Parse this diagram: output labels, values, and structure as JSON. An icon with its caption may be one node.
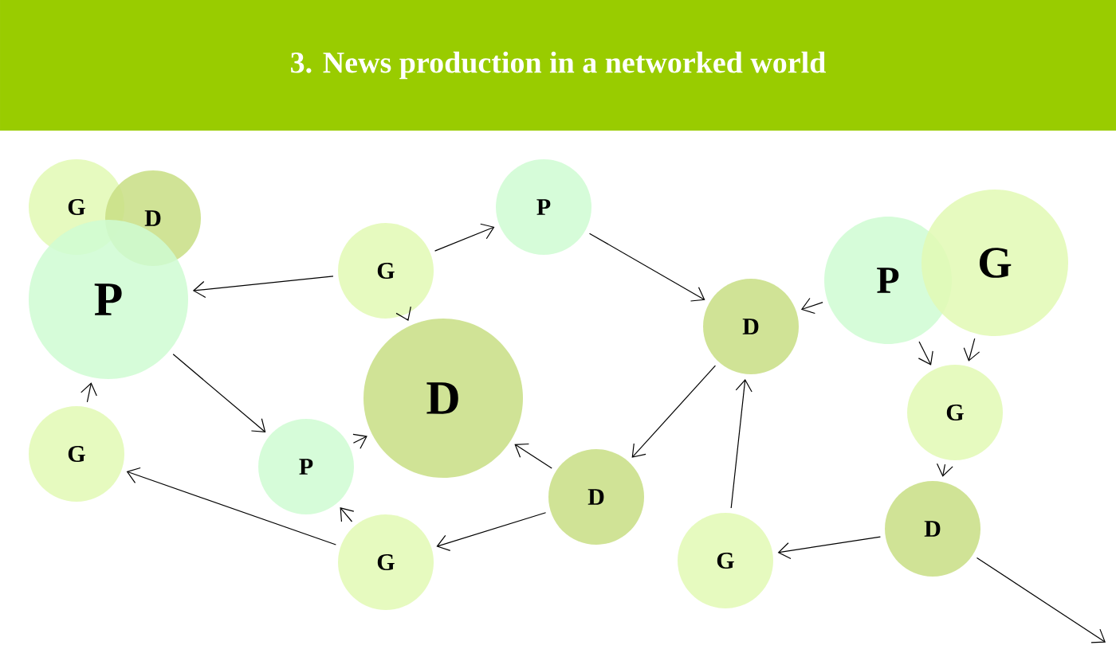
{
  "diagram": {
    "title": "3. News production in a networked world",
    "nodes": [
      {
        "text": [
          "G"
        ]
      },
      {
        "text": [
          "D"
        ]
      },
      {
        "text": [
          "P"
        ]
      },
      {
        "text": [
          "G"
        ]
      },
      {
        "text": [
          "P"
        ]
      },
      {
        "text": [
          "P"
        ]
      },
      {
        "text": [
          "G"
        ]
      },
      {
        "text": [
          "D"
        ]
      },
      {
        "text": [
          "D"
        ]
      },
      {
        "text": [
          "G"
        ]
      },
      {
        "text": [
          "G"
        ]
      },
      {
        "text": [
          "P"
        ]
      },
      {
        "text": [
          "D"
        ]
      },
      {
        "text": [
          "D"
        ]
      },
      {
        "text": [
          "G"
        ]
      },
      {
        "text": [
          "G"
        ]
      }
    ],
    "edges": [
      {
        "from": 3,
        "to": 2,
        "arrow": "to"
      },
      {
        "from": 3,
        "to": 4,
        "arrow": "to"
      },
      {
        "from": 3,
        "to": 7,
        "arrow": "to"
      },
      {
        "from": 4,
        "to": 8,
        "arrow": "to"
      },
      {
        "from": 5,
        "to": 8,
        "arrow": "to"
      },
      {
        "from": 5,
        "to": 9,
        "arrow": "to"
      },
      {
        "from": 6,
        "to": 9,
        "arrow": "to"
      },
      {
        "from": 8,
        "to": 12,
        "arrow": "to"
      },
      {
        "from": 15,
        "to": 8,
        "arrow": "to"
      },
      {
        "from": 9,
        "to": 13,
        "arrow": "to"
      },
      {
        "from": 13,
        "to": 15,
        "arrow": "to"
      },
      {
        "from": 13,
        "to": null,
        "arrow": "to"
      },
      {
        "from": 2,
        "to": 11,
        "arrow": "to"
      },
      {
        "from": 10,
        "to": 2,
        "arrow": "to"
      },
      {
        "from": 11,
        "to": 7,
        "arrow": "to"
      },
      {
        "from": 12,
        "to": 7,
        "arrow": "to"
      },
      {
        "from": 12,
        "to": 14,
        "arrow": "to"
      },
      {
        "from": 14,
        "to": 11,
        "arrow": "to"
      },
      {
        "from": 14,
        "to": 10,
        "arrow": "to"
      }
    ]
  }
}
